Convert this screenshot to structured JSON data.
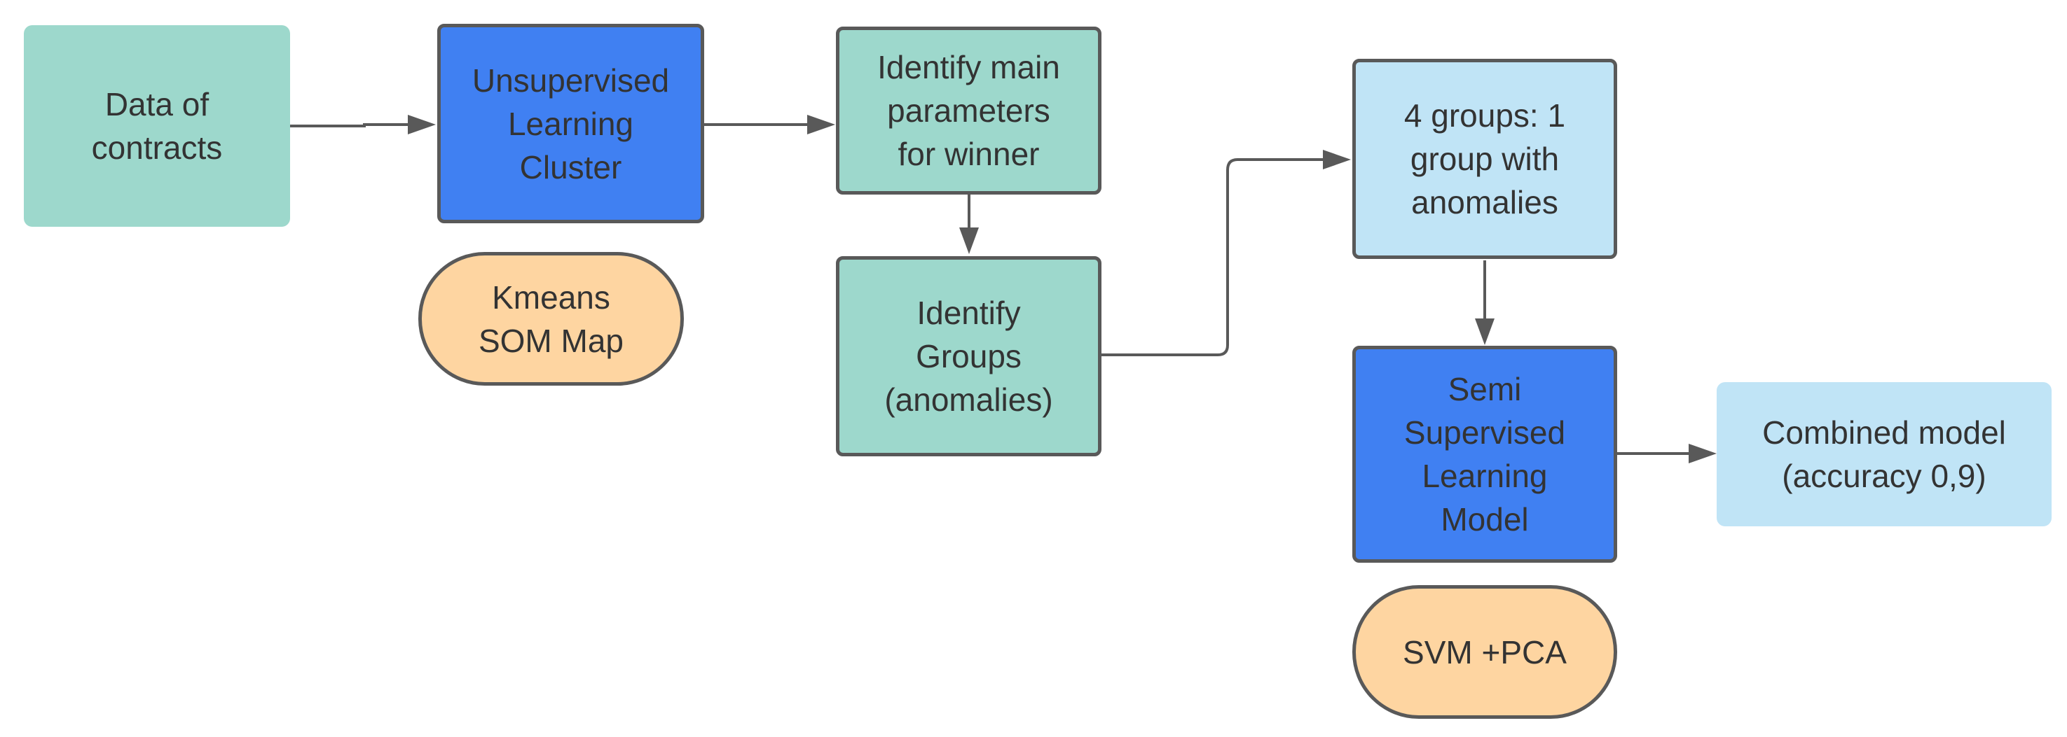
{
  "diagram": {
    "nodes": {
      "data_of_contracts": "Data of\ncontracts",
      "unsupervised_cluster": "Unsupervised\nLearning\nCluster",
      "kmeans_som": "Kmeans\nSOM Map",
      "identify_main_params": "Identify main\nparameters\nfor winner",
      "identify_groups": "Identify\nGroups\n(anomalies)",
      "four_groups": "4 groups: 1\ngroup with\nanomalies",
      "semi_supervised": "Semi\nSupervised\nLearning\nModel",
      "svm_pca": "SVM +PCA",
      "combined_model": "Combined model\n(accuracy 0,9)"
    },
    "colors": {
      "teal": "#9dd8cc",
      "blue": "#4080f2",
      "light_blue": "#c0e4f6",
      "peach": "#fed5a1",
      "border": "#595959",
      "text": "#333333"
    }
  }
}
